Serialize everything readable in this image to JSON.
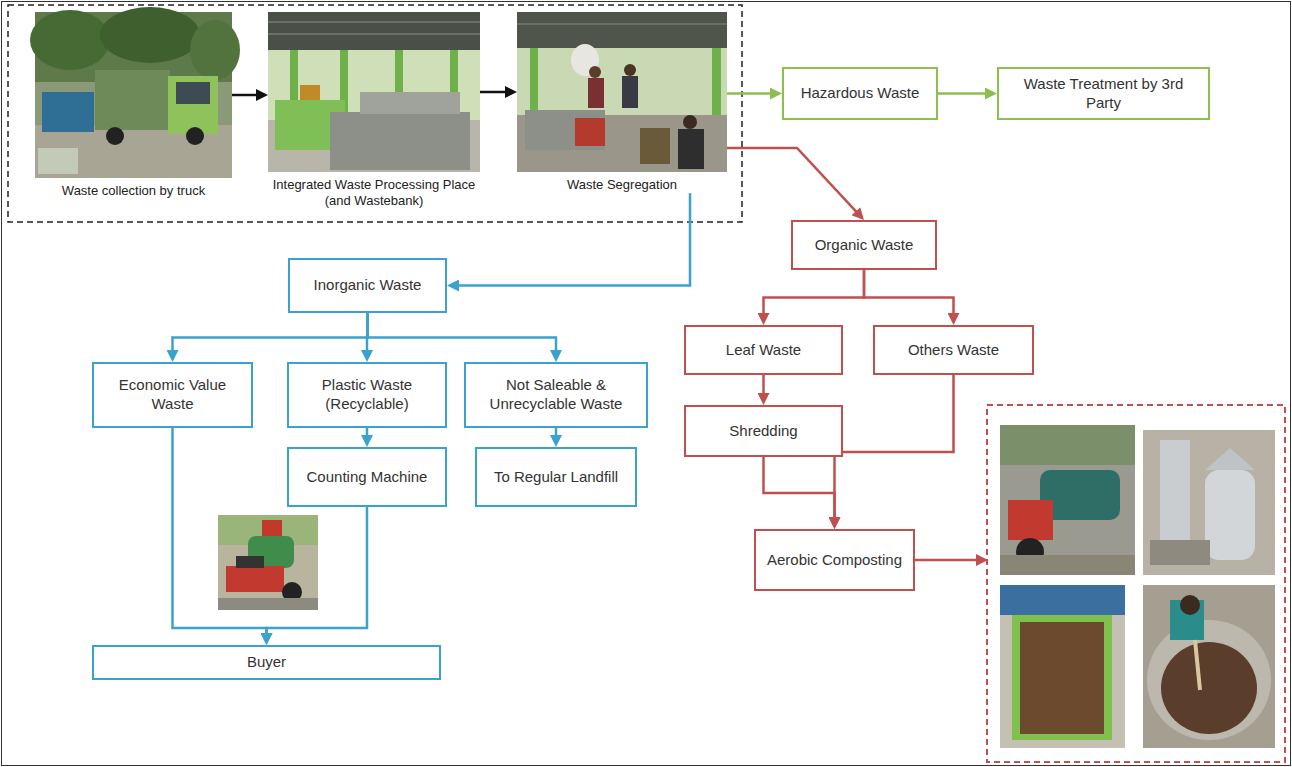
{
  "diagram": {
    "nodes": [
      {
        "text": [
          "Waste collection by truck"
        ]
      },
      {
        "text": [
          "Integrated Waste Processing Place (and Wastebank)"
        ]
      },
      {
        "text": [
          "Waste Segregation"
        ]
      },
      {
        "text": [
          "Hazardous Waste"
        ]
      },
      {
        "text": [
          "Waste Treatment by 3rd Party"
        ]
      },
      {
        "text": [
          "Organic Waste"
        ]
      },
      {
        "text": [
          "Inorganic Waste"
        ]
      },
      {
        "text": [
          "Economic Value Waste"
        ]
      },
      {
        "text": [
          "Plastic Waste (Recyclable)"
        ]
      },
      {
        "text": [
          "Not Saleable & Unrecyclable Waste"
        ]
      },
      {
        "text": [
          "Leaf Waste"
        ]
      },
      {
        "text": [
          "Others Waste"
        ]
      },
      {
        "text": [
          "Counting Machine"
        ]
      },
      {
        "text": [
          "To Regular Landfill"
        ]
      },
      {
        "text": [
          "Shredding"
        ]
      },
      {
        "text": [
          "Aerobic Composting"
        ]
      },
      {
        "text": [
          "Buyer"
        ]
      }
    ],
    "edges": [
      {
        "from": 0,
        "to": 1,
        "arrow": "to"
      },
      {
        "from": 1,
        "to": 2,
        "arrow": "to"
      },
      {
        "from": 2,
        "to": 3,
        "arrow": "to"
      },
      {
        "from": 3,
        "to": 4,
        "arrow": "to"
      },
      {
        "from": 2,
        "to": 5,
        "arrow": "to"
      },
      {
        "from": 2,
        "to": 6,
        "arrow": "to"
      },
      {
        "from": 6,
        "to": 7,
        "arrow": "to"
      },
      {
        "from": 6,
        "to": 8,
        "arrow": "to"
      },
      {
        "from": 6,
        "to": 9,
        "arrow": "to"
      },
      {
        "from": 8,
        "to": 12,
        "arrow": "to"
      },
      {
        "from": 9,
        "to": 13,
        "arrow": "to"
      },
      {
        "from": 7,
        "to": 16,
        "arrow": "to"
      },
      {
        "from": 12,
        "to": 16,
        "arrow": "to"
      },
      {
        "from": 5,
        "to": 10,
        "arrow": "to"
      },
      {
        "from": 5,
        "to": 11,
        "arrow": "to"
      },
      {
        "from": 10,
        "to": 14,
        "arrow": "to"
      },
      {
        "from": 14,
        "to": 15,
        "arrow": "to"
      },
      {
        "from": 11,
        "to": 15,
        "arrow": "to"
      }
    ]
  }
}
